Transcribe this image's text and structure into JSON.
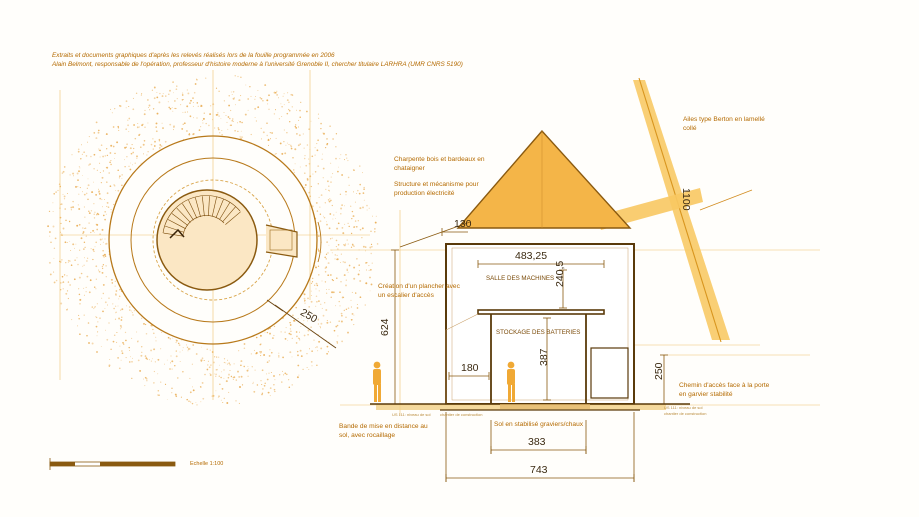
{
  "header": {
    "line1": "Extraits et documents graphiques d'après les relevés réalisés lors de la fouille programmée en 2006",
    "line2": "Alain Belmont, responsable de l'opération, professeur d'histoire moderne à l'université Grenoble II, chercher titulaire LARHRA (UMR CNRS 5190)"
  },
  "plan": {
    "radius_dim": "250"
  },
  "scale": {
    "label": "Echelle 1:100"
  },
  "annotations": {
    "roof": "Charpente bois et bardeaux en chataigner",
    "structure": "Structure et mécanisme pour production électricité",
    "blades": "Ailes type Berton en lamellé collé",
    "floor": "Création d'un plancher avec un escalier d'accès",
    "ground_band": "Bande de mise en distance au sol, avec rocaillage",
    "soil": "Sol en stabilisé graviers/chaux",
    "path": "Chemin d'accès face à la porte en garvier stabilité"
  },
  "rooms": {
    "machines": "SALLE DES MACHINES",
    "batteries": "STOCKAGE DES BATTERIES"
  },
  "dimensions": {
    "d130": "130",
    "d483": "483,25",
    "d240": "240,5",
    "d624": "624",
    "d180": "180",
    "d387": "387",
    "d383": "383",
    "d743": "743",
    "d250": "250",
    "d1100": "1100"
  },
  "ground_notes": {
    "left1": "US 111: niveau de sol",
    "left2": "chantier de construction",
    "right1": "US 111: niveau de sol",
    "right2": "chantier de construction"
  },
  "colors": {
    "line": "#b8791a",
    "accent": "#f6b640",
    "text": "#b46a00",
    "dark": "#3b2a12"
  }
}
